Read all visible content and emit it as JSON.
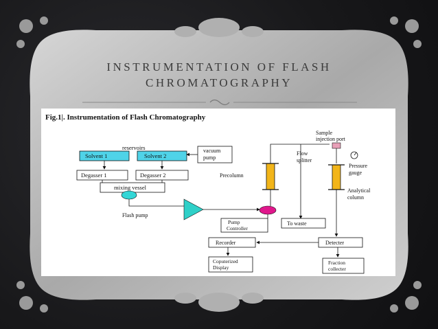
{
  "slide": {
    "title_line1": "INSTRUMENTATION OF FLASH",
    "title_line2": "CHROMATOGRAPHY"
  },
  "colors": {
    "background": "#1a1a1c",
    "frame": "#bdbdbd",
    "panel": "#ffffff",
    "title": "#3a3a3a",
    "solvent_box": "#4fd3e8",
    "mixer": "#33d6d6",
    "pump": "#2fd0c8",
    "injector": "#e0178c",
    "column": "#f2b51a",
    "injection_port": "#e8a0b8"
  },
  "diagram": {
    "caption": "Fig.1|. Instrumentation of Flash Chromatography",
    "reservoirs_label": "reservoirs",
    "solvent1": "Solvent 1",
    "solvent2": "Solvent 2",
    "vacuum_pump": [
      "vacuum",
      "pump"
    ],
    "degasser1": "Degasser 1",
    "degasser2": "Degasser 2",
    "mixing_vessel": "mixing vessel",
    "flash_pump": "Flash pump",
    "precolumn": "Precolumn",
    "pump_controller": [
      "Pump",
      "Controller"
    ],
    "flow_splitter": [
      "Flow",
      "splitter"
    ],
    "to_waste": "To waste",
    "sample_injection_port": [
      "Sample",
      "injection port"
    ],
    "pressure_gauge": [
      "Pressure",
      "gauge"
    ],
    "analytical_column": [
      "Analytical",
      "column"
    ],
    "recorder": "Recorder",
    "detecter": "Detecter",
    "computerized_display": [
      "Coputerized",
      "Display"
    ],
    "fraction_collecter": [
      "Fraction",
      "collecter"
    ]
  }
}
